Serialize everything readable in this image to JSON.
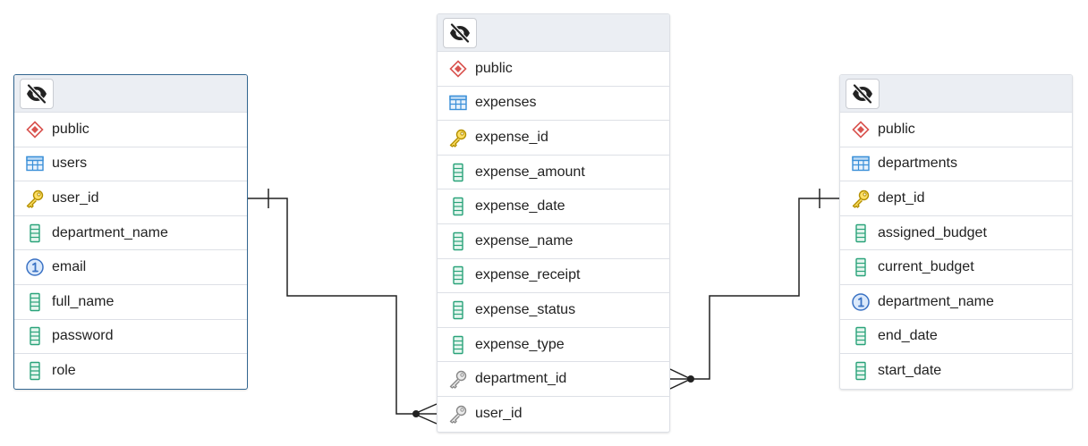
{
  "tables": [
    {
      "id": "users",
      "rows": [
        {
          "icon": "schema-icon",
          "label": "public"
        },
        {
          "icon": "table-icon",
          "label": "users"
        },
        {
          "icon": "primary-key-icon",
          "label": "user_id"
        },
        {
          "icon": "column-icon",
          "label": "department_name"
        },
        {
          "icon": "unique-icon",
          "label": "email"
        },
        {
          "icon": "column-icon",
          "label": "full_name"
        },
        {
          "icon": "column-icon",
          "label": "password"
        },
        {
          "icon": "column-icon",
          "label": "role"
        }
      ]
    },
    {
      "id": "expenses",
      "rows": [
        {
          "icon": "schema-icon",
          "label": "public"
        },
        {
          "icon": "table-icon",
          "label": "expenses"
        },
        {
          "icon": "primary-key-icon",
          "label": "expense_id"
        },
        {
          "icon": "column-icon",
          "label": "expense_amount"
        },
        {
          "icon": "column-icon",
          "label": "expense_date"
        },
        {
          "icon": "column-icon",
          "label": "expense_name"
        },
        {
          "icon": "column-icon",
          "label": "expense_receipt"
        },
        {
          "icon": "column-icon",
          "label": "expense_status"
        },
        {
          "icon": "column-icon",
          "label": "expense_type"
        },
        {
          "icon": "foreign-key-icon",
          "label": "department_id"
        },
        {
          "icon": "foreign-key-icon",
          "label": "user_id"
        }
      ]
    },
    {
      "id": "departments",
      "rows": [
        {
          "icon": "schema-icon",
          "label": "public"
        },
        {
          "icon": "table-icon",
          "label": "departments"
        },
        {
          "icon": "primary-key-icon",
          "label": "dept_id"
        },
        {
          "icon": "column-icon",
          "label": "assigned_budget"
        },
        {
          "icon": "column-icon",
          "label": "current_budget"
        },
        {
          "icon": "unique-icon",
          "label": "department_name"
        },
        {
          "icon": "column-icon",
          "label": "end_date"
        },
        {
          "icon": "column-icon",
          "label": "start_date"
        }
      ]
    }
  ],
  "colors": {
    "schema": "#d9534f",
    "table": "#3a8fd8",
    "primary_key": "#e6b800",
    "foreign_key": "#888888",
    "column": "#2aa37a",
    "unique": "#3a72c4",
    "selected_border": "#326690",
    "relation_line": "#222222"
  }
}
